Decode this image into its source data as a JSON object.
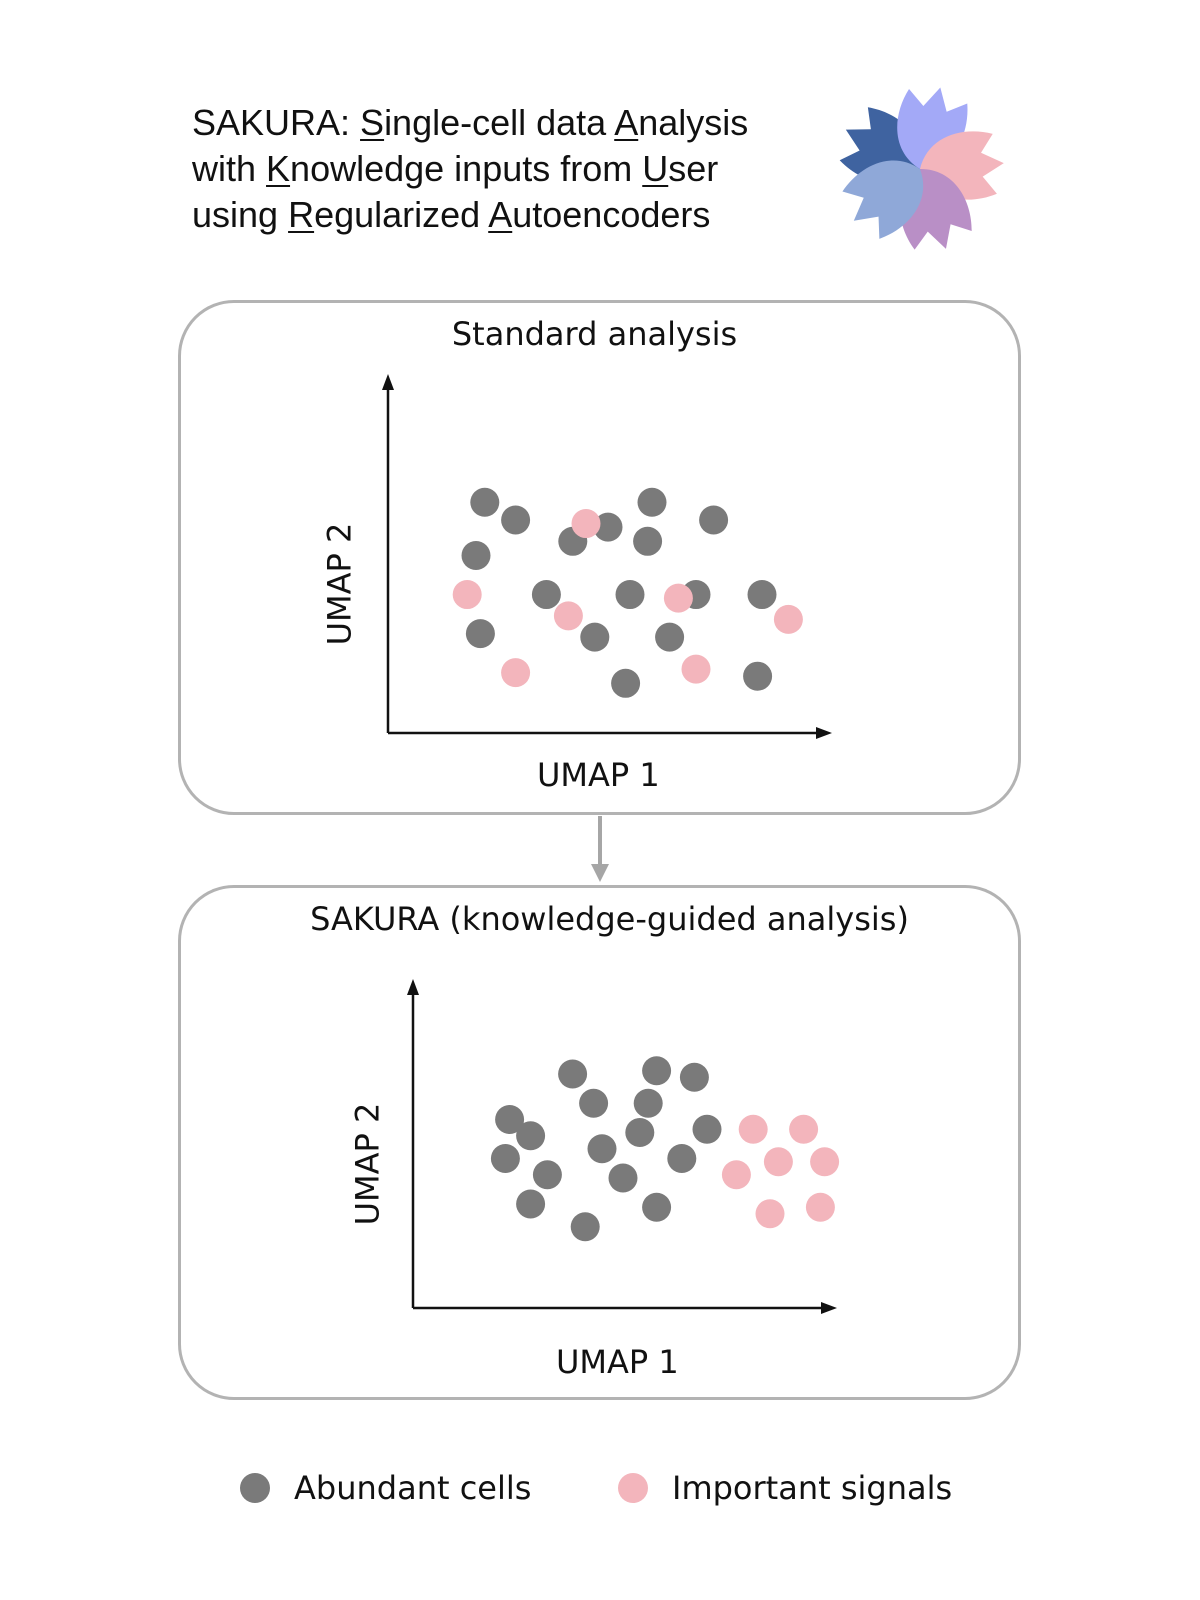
{
  "title": {
    "line1": {
      "prefix": "SAKURA: ",
      "u1": "S",
      "t1": "ingle-cell data ",
      "u2": "A",
      "t2": "nalysis"
    },
    "line2": {
      "prefix": "with ",
      "u1": "K",
      "t1": "nowledge inputs from ",
      "u2": "U",
      "t2": "ser"
    },
    "line3": {
      "prefix": "using ",
      "u1": "R",
      "t1": "egularized ",
      "u2": "A",
      "t2": "utoencoders"
    }
  },
  "logo": {
    "icon": "sakura-flower-icon",
    "petal_colors": [
      "#3f63a0",
      "#a3a9f7",
      "#f3b5bc",
      "#b98fc6",
      "#8fa8d8"
    ]
  },
  "colors": {
    "abundant": "#7a7a7a",
    "important": "#f3b5bc",
    "border": "#b3b3b3",
    "connector": "#a6a6a6"
  },
  "panels": [
    {
      "title": "Standard analysis",
      "xlabel": "UMAP 1",
      "ylabel": "UMAP 2",
      "abundant": [
        [
          22,
          65
        ],
        [
          50,
          58
        ],
        [
          60,
          65
        ],
        [
          29,
          60
        ],
        [
          74,
          60
        ],
        [
          42,
          54
        ],
        [
          59,
          54
        ],
        [
          20,
          50
        ],
        [
          36,
          39
        ],
        [
          55,
          39
        ],
        [
          70,
          39
        ],
        [
          85,
          39
        ],
        [
          21,
          28
        ],
        [
          47,
          27
        ],
        [
          64,
          27
        ],
        [
          54,
          14
        ],
        [
          84,
          16
        ]
      ],
      "important": [
        [
          45,
          59
        ],
        [
          18,
          39
        ],
        [
          66,
          38
        ],
        [
          41,
          33
        ],
        [
          91,
          32
        ],
        [
          29,
          17
        ],
        [
          70,
          18
        ]
      ]
    },
    {
      "title": "SAKURA (knowledge-guided analysis)",
      "xlabel": "UMAP 1",
      "ylabel": "UMAP 2",
      "abundant": [
        [
          38,
          72
        ],
        [
          58,
          73
        ],
        [
          67,
          71
        ],
        [
          43,
          63
        ],
        [
          56,
          63
        ],
        [
          23,
          58
        ],
        [
          28,
          53
        ],
        [
          54,
          54
        ],
        [
          70,
          55
        ],
        [
          45,
          49
        ],
        [
          22,
          46
        ],
        [
          32,
          41
        ],
        [
          50,
          40
        ],
        [
          64,
          46
        ],
        [
          28,
          32
        ],
        [
          58,
          31
        ],
        [
          41,
          25
        ]
      ],
      "important": [
        [
          81,
          55
        ],
        [
          93,
          55
        ],
        [
          87,
          45
        ],
        [
          98,
          45
        ],
        [
          77,
          41
        ],
        [
          85,
          29
        ],
        [
          97,
          31
        ]
      ]
    }
  ],
  "legend": {
    "abundant_label": "Abundant cells",
    "important_label": "Important signals"
  }
}
